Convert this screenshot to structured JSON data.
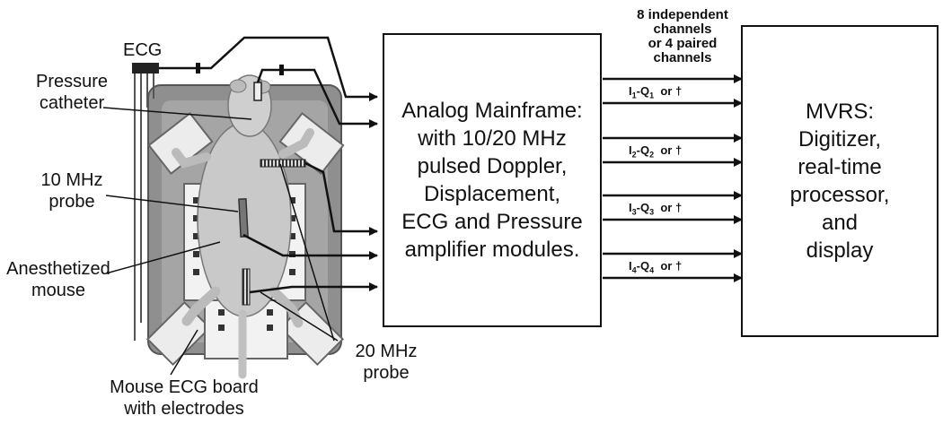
{
  "labels": {
    "ecg": "ECG",
    "pressure_catheter": [
      "Pressure",
      "catheter"
    ],
    "probe_10": [
      "10 MHz",
      "probe"
    ],
    "anesthetized_mouse": [
      "Anesthetized",
      "mouse"
    ],
    "ecg_board": [
      "Mouse ECG board",
      "with electrodes"
    ],
    "probe_20": [
      "20 MHz",
      "probe"
    ]
  },
  "analog_box": {
    "lines": [
      "Analog Mainframe:",
      "with 10/20 MHz",
      "pulsed Doppler,",
      "Displacement,",
      "ECG and Pressure",
      "amplifier modules."
    ]
  },
  "mvrs_box": {
    "lines": [
      "MVRS:",
      "Digitizer,",
      "real-time",
      "processor,",
      "and",
      "display"
    ]
  },
  "channels_header": [
    "8 independent",
    "channels",
    "or 4 paired",
    "channels"
  ],
  "channels": [
    {
      "i": "1",
      "q": "1",
      "suffix": "or †"
    },
    {
      "i": "2",
      "q": "2",
      "suffix": "or †"
    },
    {
      "i": "3",
      "q": "3",
      "suffix": "or †"
    },
    {
      "i": "4",
      "q": "4",
      "suffix": "or †"
    }
  ],
  "colors": {
    "ink": "#111111",
    "board": "#8a8a8a",
    "pad": "#e6e6e6",
    "mouse": "#bdbdbd"
  }
}
